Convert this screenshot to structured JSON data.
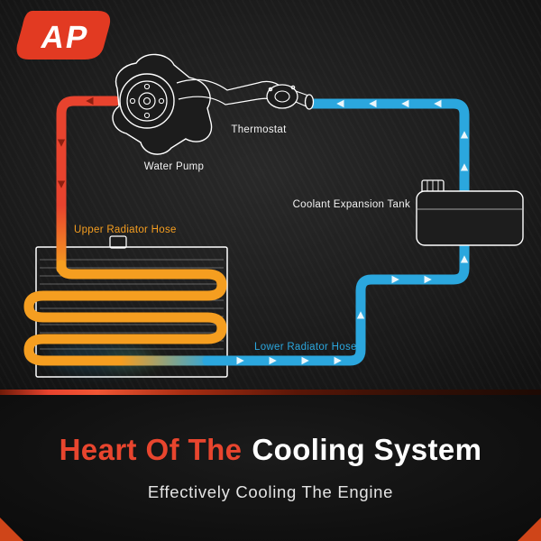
{
  "logo": {
    "text": "AP"
  },
  "diagram": {
    "labels": {
      "water_pump": "Water Pump",
      "thermostat": "Thermostat",
      "coolant_expansion_tank": "Coolant Expansion Tank",
      "upper_radiator_hose": "Upper Radiator Hose",
      "lower_radiator_hose": "Lower Radiator Hose"
    },
    "colors": {
      "hot_pipe": "#e8432e",
      "warm_pipe": "#f59e20",
      "cold_pipe": "#2ba7de",
      "outline": "#ffffff"
    }
  },
  "footer": {
    "title_accent": "Heart Of The",
    "title_rest": "Cooling System",
    "subtitle": "Effectively Cooling The Engine",
    "accent_color": "#e8432e"
  }
}
